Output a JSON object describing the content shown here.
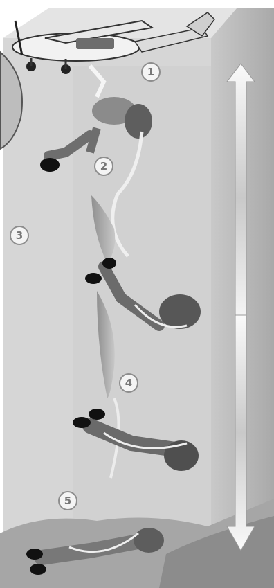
{
  "steps": [
    {
      "number": "1",
      "stage": "exit-aircraft"
    },
    {
      "number": "2",
      "stage": "deploy-drogue"
    },
    {
      "number": "3",
      "stage": "descent-column"
    },
    {
      "number": "4",
      "stage": "canopy-inflation"
    },
    {
      "number": "5",
      "stage": "landing"
    }
  ],
  "colors": {
    "sky": "#cfcfcf",
    "column_front": "#dcdcdc",
    "column_side": "#b9b9b9",
    "column_top": "#e6e6e6",
    "arrow": "#efefef",
    "badge_fill": "#f4f4f4",
    "badge_text": "#777777",
    "ground": "#9b9b9b"
  }
}
